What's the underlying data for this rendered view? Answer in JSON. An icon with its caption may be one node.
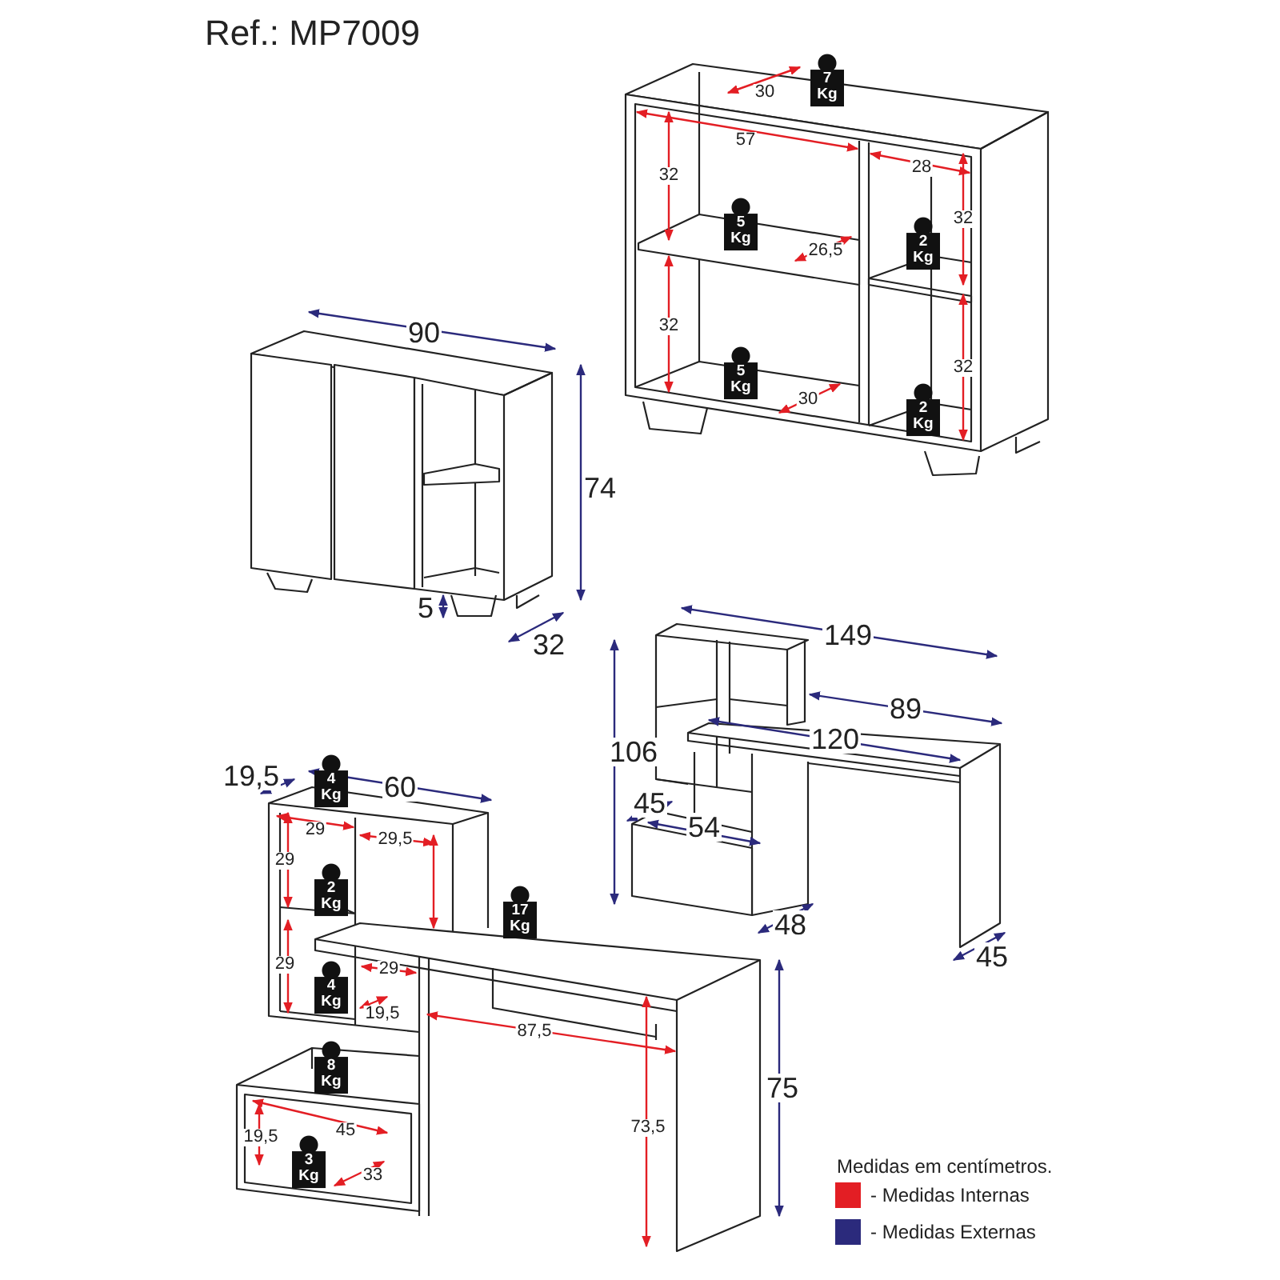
{
  "diagram": {
    "title": "Ref.: MP7009",
    "labels": [
      "7 Kg",
      "30",
      "57",
      "28",
      "32",
      "32",
      "5 Kg",
      "2 Kg",
      "26,5",
      "32",
      "32",
      "5 Kg",
      "2 Kg",
      "30",
      "90",
      "74",
      "5",
      "32",
      "149",
      "89",
      "106",
      "120",
      "45",
      "54",
      "48",
      "45",
      "19,5",
      "4 Kg",
      "60",
      "29",
      "29,5",
      "29",
      "2 Kg",
      "17 Kg",
      "29",
      "29",
      "4 Kg",
      "19,5",
      "87,5",
      "8 Kg",
      "45",
      "19,5",
      "3 Kg",
      "33",
      "75",
      "73,5",
      "Medidas em centímetros."
    ],
    "legend": [
      {
        "text": "- Medidas Internas",
        "color": "#e31e24"
      },
      {
        "text": "- Medidas Externas",
        "color": "#2b2a7c"
      }
    ]
  }
}
